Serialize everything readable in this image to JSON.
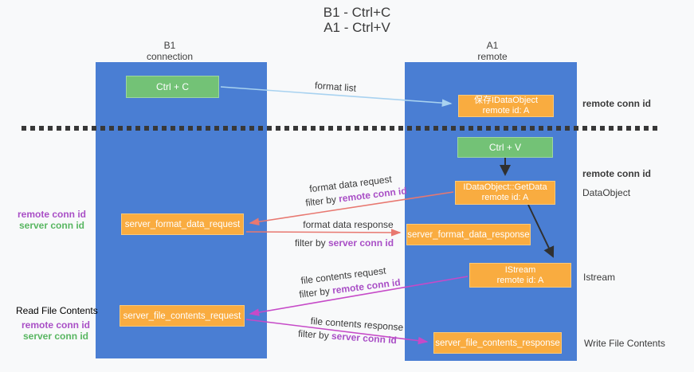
{
  "title": {
    "line1": "B1 - Ctrl+C",
    "line2": "A1 - Ctrl+V"
  },
  "columns": {
    "left": {
      "name": "B1",
      "subtitle": "connection"
    },
    "right": {
      "name": "A1",
      "subtitle": "remote"
    }
  },
  "nodes": {
    "ctrl_c": {
      "label": "Ctrl + C"
    },
    "ctrl_v": {
      "label": "Ctrl + V"
    },
    "save_idataobject": {
      "line1": "保存IDataObject",
      "line2": "remote id: A"
    },
    "getdata": {
      "line1": "IDataObject::GetData",
      "line2": "remote id: A"
    },
    "istream": {
      "line1": "IStream",
      "line2": "remote id: A"
    },
    "server_format_data_request": {
      "label": "server_format_data_request"
    },
    "server_format_data_response": {
      "label": "server_format_data_response"
    },
    "server_file_contents_request": {
      "label": "server_file_contents_request"
    },
    "server_file_contents_response": {
      "label": "server_file_contents_response"
    }
  },
  "edge_labels": {
    "format_list": "format list",
    "format_data_request": "format data request",
    "format_data_response": "format data response",
    "file_contents_request": "file contents request",
    "file_contents_response": "file contents response",
    "filter_by": "filter by ",
    "remote_conn_id": "remote conn id",
    "server_conn_id": "server conn id"
  },
  "annotations": {
    "right_save": "remote conn id",
    "right_getdata": "remote conn id",
    "right_dataobject": "DataObject",
    "right_istream": "Istream",
    "right_write": "Write File Contents",
    "left_mid": {
      "remote": "remote conn id",
      "server": "server conn id"
    },
    "left_bottom": {
      "title": "Read File Contents",
      "remote": "remote conn id",
      "server": "server conn id"
    }
  },
  "colors": {
    "lane_blue": "#4a7ed3",
    "box_orange": "#f9ac40",
    "box_green": "#73c276",
    "arrow_black": "#303030",
    "arrow_salmon": "#e87870",
    "arrow_magenta": "#c64ac8",
    "arrow_lightblue": "#a8d2f0",
    "text_purple": "#a94fc6",
    "text_green": "#58b661",
    "background": "#f8f9fa"
  }
}
